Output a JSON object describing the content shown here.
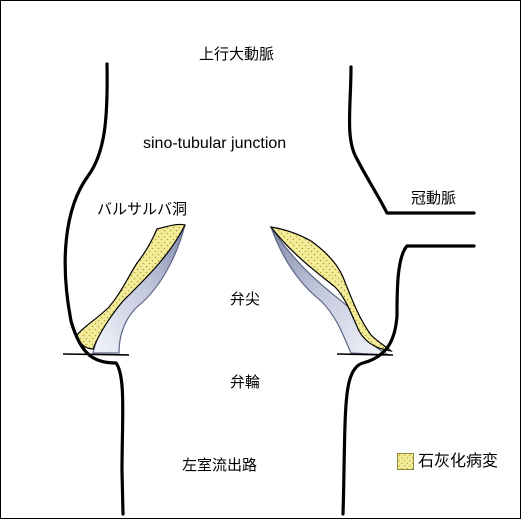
{
  "labels": {
    "ascending_aorta": "上行大動脈",
    "stj": "sino-tubular junction",
    "coronary_artery": "冠動脈",
    "sinus_of_valsalva": "バルサルバ洞",
    "cusp": "弁尖",
    "annulus": "弁輪",
    "lvot": "左室流出路"
  },
  "legend": {
    "label": "石灰化病変",
    "icon": "dotted-yellow-swatch"
  },
  "colors": {
    "wall": "#000000",
    "calcification_fill": "#f3ec9a",
    "calcification_dots": "#b8a236",
    "cusp_light": "#f4f5fb",
    "cusp_dark": "#7f88a8"
  }
}
